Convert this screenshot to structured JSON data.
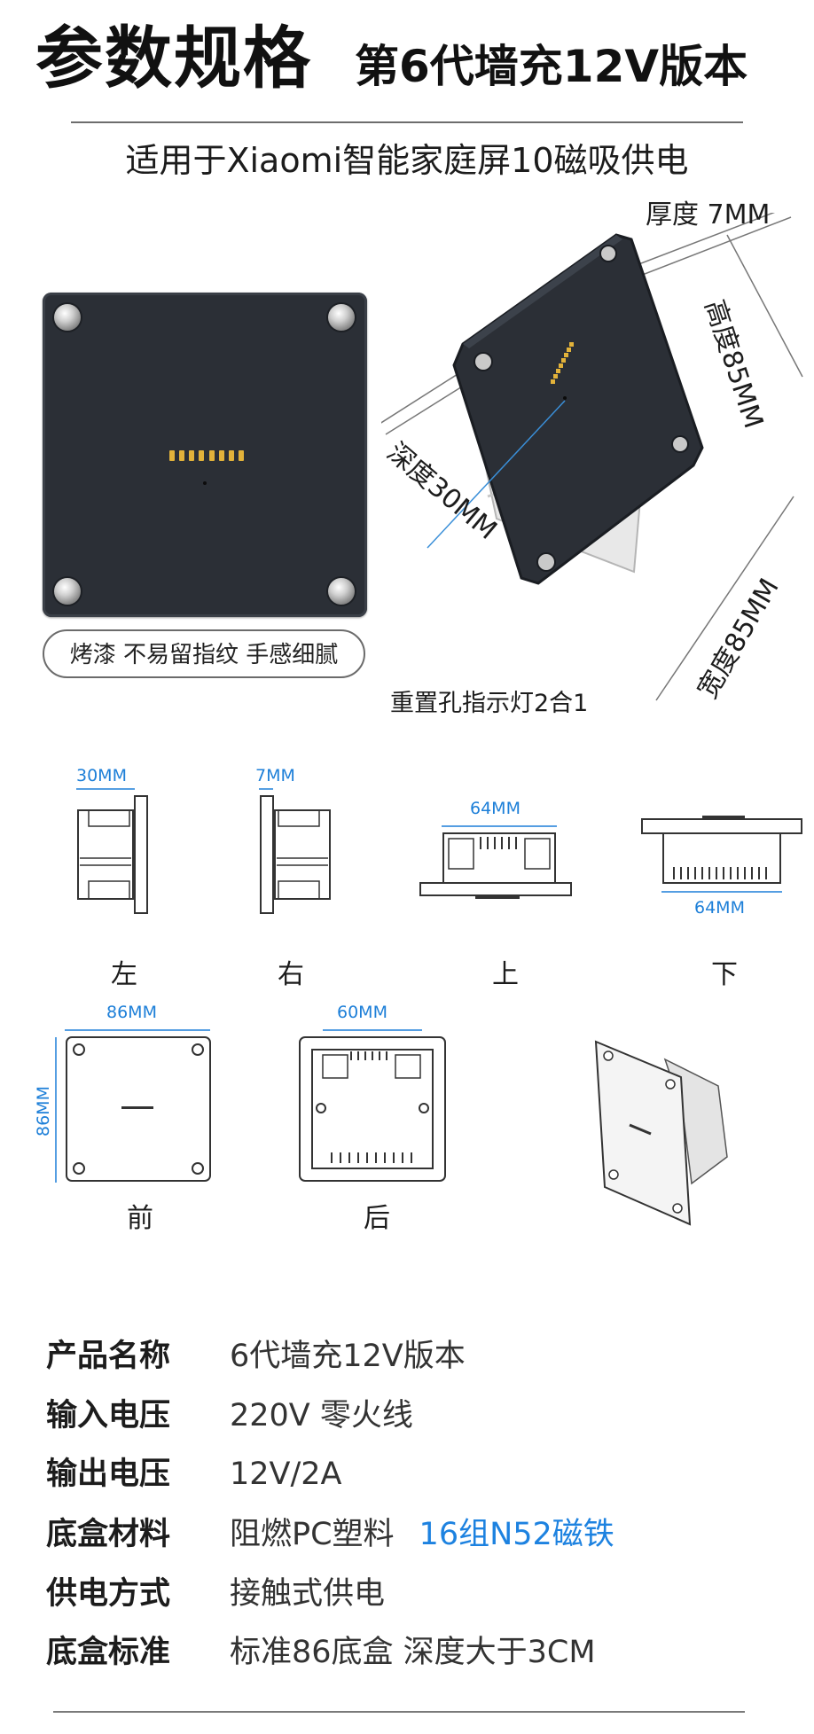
{
  "header": {
    "title": "参数规格",
    "subtitle": "第6代墙充12V版本",
    "description": "适用于Xiaomi智能家庭屏10磁吸供电"
  },
  "hero": {
    "finish_note": "烤漆 不易留指纹 手感细腻",
    "thickness_label": "厚度 7MM",
    "height_label": "高度85MM",
    "depth_label": "深度30MM",
    "width_label": "宽度85MM",
    "indicator_label": "重置孔指示灯2合1"
  },
  "views": {
    "left": {
      "label": "左",
      "dim": "30MM"
    },
    "right": {
      "label": "右",
      "dim": "7MM"
    },
    "top": {
      "label": "上",
      "dim": "64MM"
    },
    "bottom": {
      "label": "下",
      "dim": "64MM"
    },
    "front": {
      "label": "前",
      "dim_w": "86MM",
      "dim_h": "86MM"
    },
    "back": {
      "label": "后",
      "dim": "60MM"
    }
  },
  "specs": [
    {
      "label": "产品名称",
      "value": "6代墙充12V版本"
    },
    {
      "label": "输入电压",
      "value": "220V 零火线"
    },
    {
      "label": "输出电压",
      "value": "12V/2A"
    },
    {
      "label": "底盒材料",
      "value": "阻燃PC塑料",
      "extra": "16组N52磁铁"
    },
    {
      "label": "供电方式",
      "value": "接触式供电"
    },
    {
      "label": "底盒标准",
      "value": "标准86底盒 深度大于3CM"
    }
  ],
  "colors": {
    "panel": "#2b2f36",
    "accent_blue": "#1d7fd8",
    "pin_gold": "#e2b23a"
  }
}
